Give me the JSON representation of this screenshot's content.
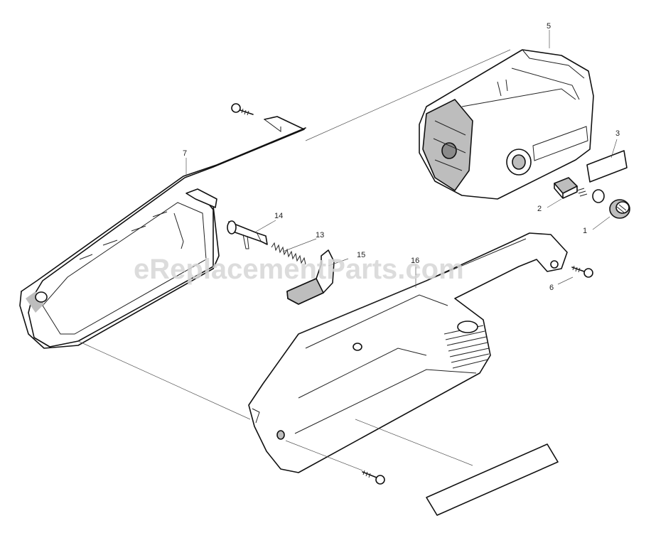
{
  "watermark": "eReplacementParts.com",
  "callouts": [
    {
      "id": "p1",
      "label": "1"
    },
    {
      "id": "p2",
      "label": "2"
    },
    {
      "id": "p3",
      "label": "3"
    },
    {
      "id": "p5",
      "label": "5"
    },
    {
      "id": "p6",
      "label": "6"
    },
    {
      "id": "p7",
      "label": "7"
    },
    {
      "id": "p13",
      "label": "13"
    },
    {
      "id": "p14",
      "label": "14"
    },
    {
      "id": "p15",
      "label": "15"
    },
    {
      "id": "p16",
      "label": "16"
    }
  ]
}
